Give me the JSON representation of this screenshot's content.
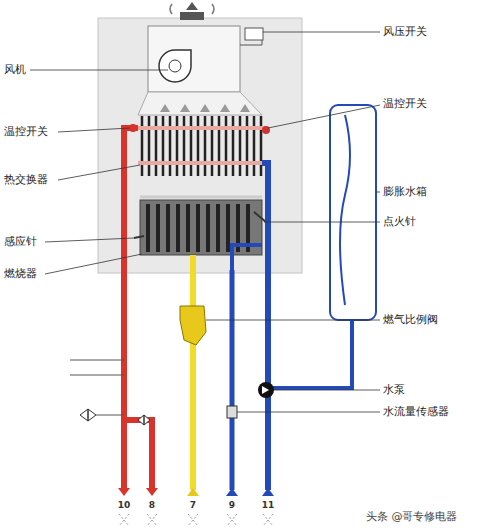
{
  "diagram": {
    "labels": [
      "风压开关",
      "风机",
      "温控开关",
      "温控开关",
      "热交换器",
      "膨胀水箱",
      "点火针",
      "感应针",
      "燃烧器",
      "燃气比例阀",
      "水泵",
      "水流量传感器",
      "10",
      "8",
      "7",
      "9",
      "11",
      "头条 @哥专修电器"
    ]
  }
}
